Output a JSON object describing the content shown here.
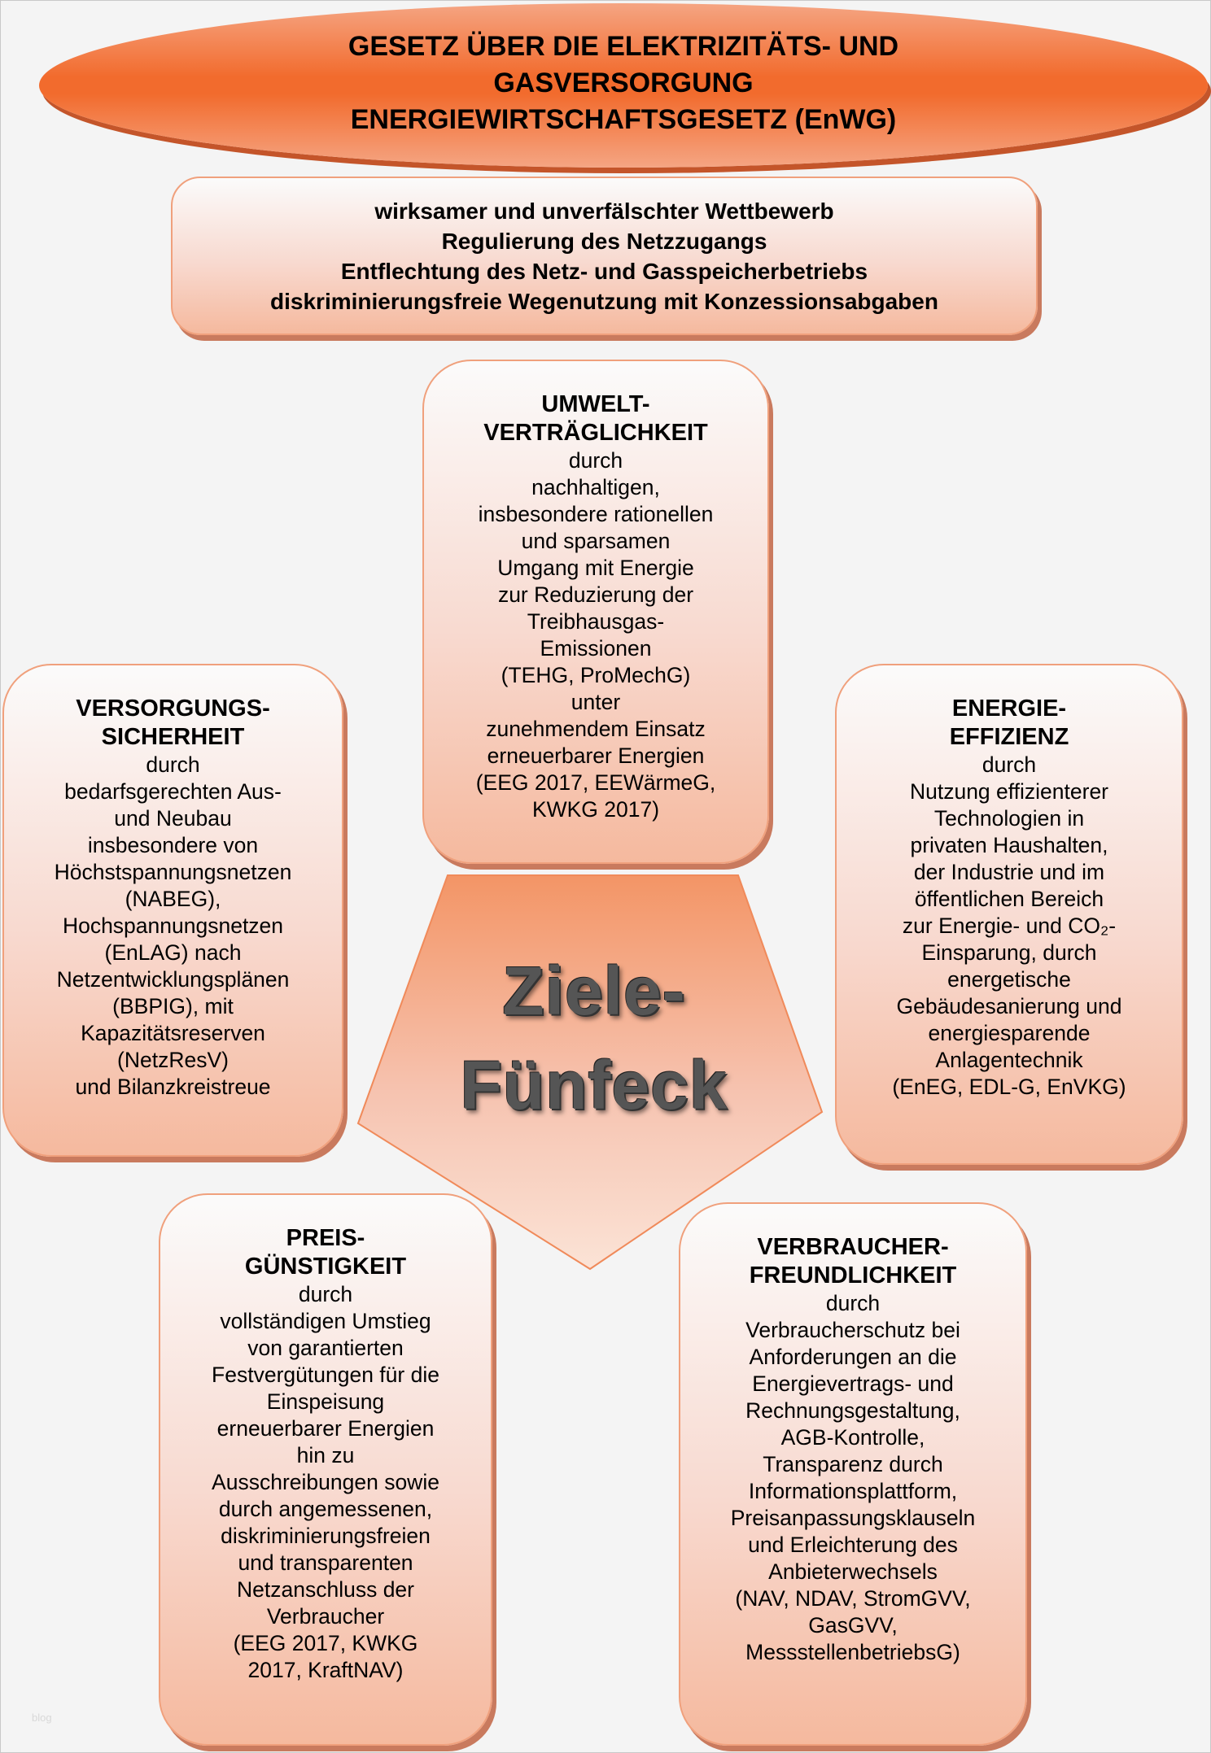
{
  "title": "GESETZ ÜBER DIE ELEKTRIZITÄTS- UND\nGASVERSORGUNG\nENERGIEWIRTSCHAFTSGESETZ (EnWG)",
  "principles": "wirksamer und unverfälschter Wettbewerb\nRegulierung des Netzzugangs\nEntflechtung des Netz- und Gasspeicherbetriebs\ndiskriminierungsfreie Wegenutzung mit Konzessionsabgaben",
  "center": "Ziele-\nFünfeck",
  "goals": {
    "umwelt": {
      "heading": "UMWELT-\nVERTRÄGLICHKEIT",
      "text": "durch\nnachhaltigen,\ninsbesondere rationellen\nund sparsamen\nUmgang mit Energie\nzur Reduzierung der\nTreibhausgas-\nEmissionen\n(TEHG, ProMechG)\nunter\nzunehmendem Einsatz\nerneuerbarer Energien\n(EEG 2017, EEWärmeG,\nKWKG 2017)"
    },
    "versorgung": {
      "heading": "VERSORGUNGS-\nSICHERHEIT",
      "text": "durch\nbedarfsgerechten Aus-\nund Neubau\ninsbesondere von\nHöchstspannungsnetzen\n(NABEG),\nHochspannungsnetzen\n(EnLAG) nach\nNetzentwicklungsplänen\n(BBPIG), mit\nKapazitätsreserven\n(NetzResV)\nund Bilanzkreistreue"
    },
    "effizienz": {
      "heading": "ENERGIE-\nEFFIZIENZ",
      "text": "durch\nNutzung effizienterer\nTechnologien in\nprivaten Haushalten,\nder Industrie und im\nöffentlichen Bereich\nzur Energie- und CO₂-\nEinsparung, durch\nenergetische\nGebäudesanierung und\nenergiesparende\nAnlagentechnik\n(EnEG, EDL-G, EnVKG)"
    },
    "preis": {
      "heading": "PREIS-\nGÜNSTIGKEIT",
      "text": "durch\nvollständigen Umstieg\nvon garantierten\nFestvergütungen für die\nEinspeisung\nerneuerbarer Energien\nhin zu\nAusschreibungen sowie\ndurch angemessenen,\ndiskriminierungsfreien\nund transparenten\nNetzanschluss der\nVerbraucher\n(EEG 2017, KWKG\n2017, KraftNAV)"
    },
    "verbraucher": {
      "heading": "VERBRAUCHER-\nFREUNDLICHKEIT",
      "text": "durch\nVerbraucherschutz bei\nAnforderungen an die\nEnergievertrags- und\nRechnungsgestaltung,\nAGB-Kontrolle,\nTransparenz durch\nInformationsplattform,\nPreisanpassungsklauseln\nund Erleichterung des\nAnbieterwechsels\n(NAV, NDAV, StromGVV,\nGasGVV,\nMessstellenbetriebsG)"
    }
  },
  "watermark": "blog",
  "colors": {
    "accent": "#f26b2d",
    "box_border": "#f0a07c"
  }
}
